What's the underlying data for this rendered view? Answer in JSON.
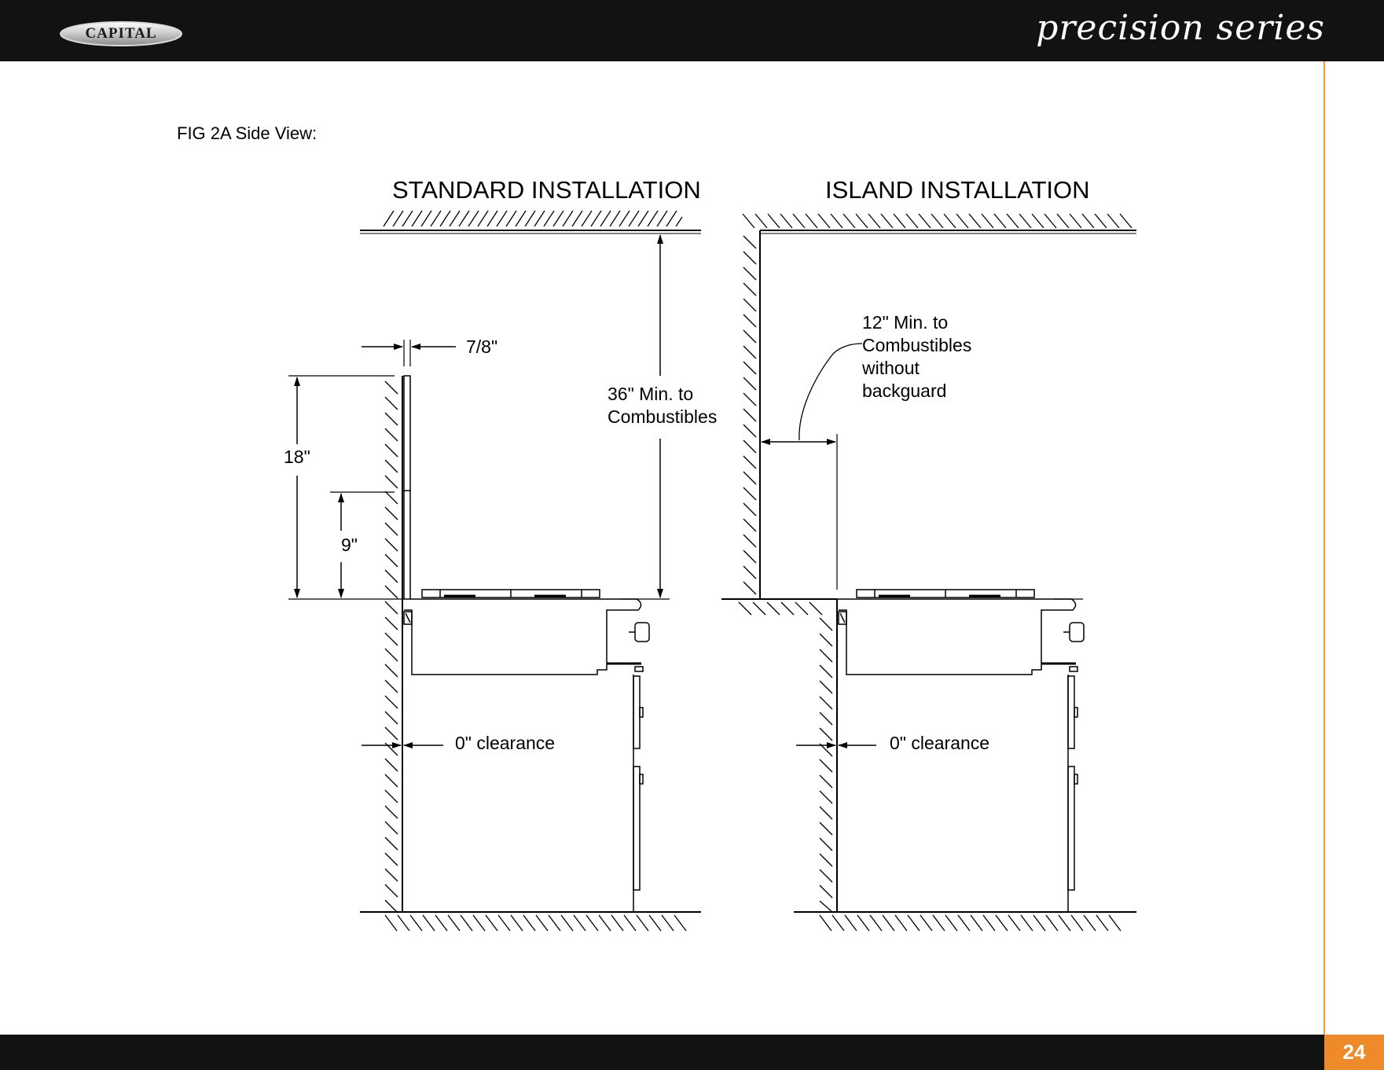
{
  "header": {
    "logo_text": "CAPITAL",
    "series_label": "precision series"
  },
  "caption": "FIG 2A Side View:",
  "standard": {
    "title": "STANDARD INSTALLATION",
    "gap_label": "7/8\"",
    "dim_18": "18\"",
    "dim_9": "9\"",
    "top_clearance": "36\" Min. to\nCombustibles",
    "side_clearance": "0\" clearance"
  },
  "island": {
    "title": "ISLAND INSTALLATION",
    "side_note": "12\" Min. to\nCombustibles\nwithout\nbackguard",
    "side_clearance": "0\" clearance"
  },
  "footer": {
    "page_number": "24"
  }
}
